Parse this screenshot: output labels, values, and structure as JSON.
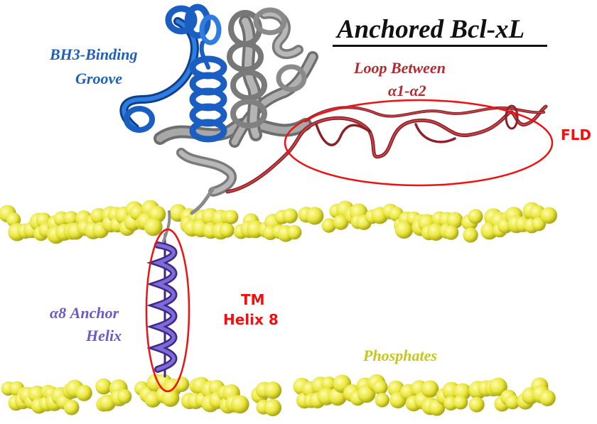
{
  "title": "Anchored Bcl-xL",
  "labels": {
    "bh3_line1": "BH3-Binding",
    "bh3_line2": "Groove",
    "loop_line1": "Loop Between",
    "loop_line2": "α1-α2",
    "fld": "FLD",
    "tm_line1": "TM",
    "tm_line2": "Helix 8",
    "anchor_line1": "α8 Anchor",
    "anchor_line2": "Helix",
    "phosphates": "Phosphates"
  },
  "colors": {
    "groove": "#1f5fb8",
    "loop": "#b7282e",
    "core": "#8c8c8c",
    "anchor": "#6f58c7",
    "phosphate": "#e9e63a",
    "highlight": "#ee1111"
  }
}
